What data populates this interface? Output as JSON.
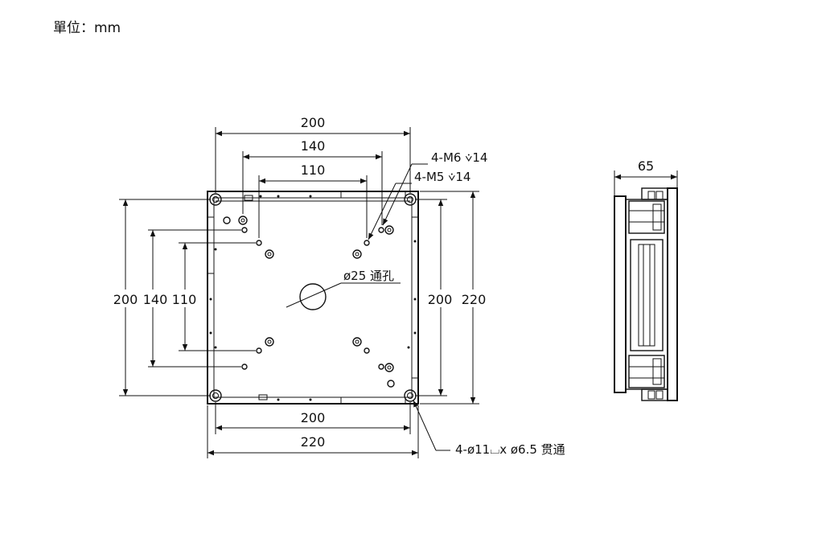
{
  "header": {
    "unit_label": "單位：mm"
  },
  "front_view": {
    "top_dims": [
      "200",
      "140",
      "110"
    ],
    "left_dims": [
      "200",
      "140",
      "110"
    ],
    "right_dims": [
      "200",
      "220"
    ],
    "bottom_dims": [
      "200",
      "220"
    ],
    "callouts": {
      "m6": "4-M6 ⩒14",
      "m5": "4-M5 ⩒14",
      "center_hole": "ø25 通孔",
      "corner_hole": "4-ø11⌴x ø6.5 贯通"
    }
  },
  "side_view": {
    "depth_dim": "65"
  }
}
